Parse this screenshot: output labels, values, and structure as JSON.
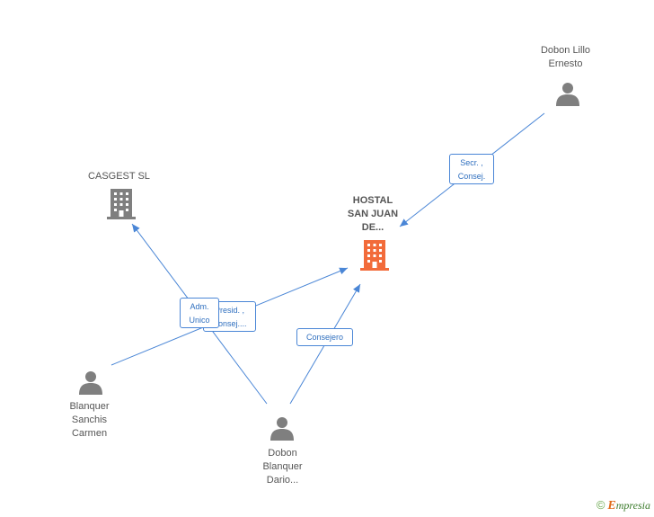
{
  "nodes": {
    "hostal": {
      "label": "HOSTAL\nSAN JUAN\nDE...",
      "type": "company",
      "color": "#f26b3a"
    },
    "casgest": {
      "label": "CASGEST SL",
      "type": "company",
      "color": "#7f7f7f"
    },
    "dobon_lillo": {
      "label": "Dobon Lillo\nErnesto",
      "type": "person",
      "color": "#7f7f7f"
    },
    "blanquer_sanchis": {
      "label": "Blanquer\nSanchis\nCarmen",
      "type": "person",
      "color": "#7f7f7f"
    },
    "dobon_blanquer": {
      "label": "Dobon\nBlanquer\nDario...",
      "type": "person",
      "color": "#7f7f7f"
    }
  },
  "edges": {
    "secr_consej": {
      "label": "Secr. ,\nConsej."
    },
    "presid_consej": {
      "label": "Presid. ,\nConsej...."
    },
    "adm_unico": {
      "label": "Adm.\nUnico"
    },
    "consejero": {
      "label": "Consejero"
    }
  },
  "colors": {
    "edge": "#4a86d6",
    "person_icon": "#7f7f7f",
    "company_icon": "#7f7f7f",
    "center_icon": "#f26b3a"
  },
  "brand": {
    "copyright": "©",
    "first": "E",
    "rest": "mpresia"
  }
}
